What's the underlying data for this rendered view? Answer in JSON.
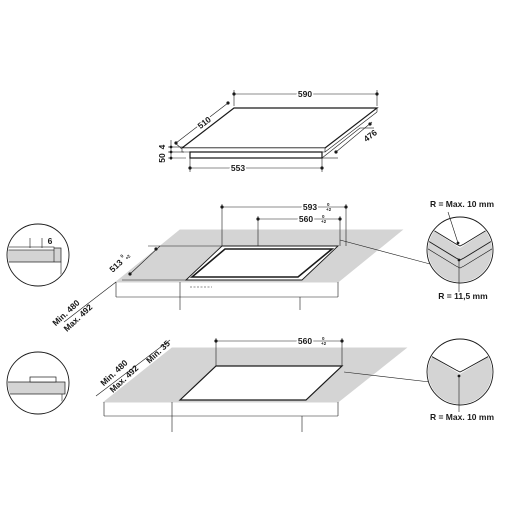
{
  "hob": {
    "width": "590",
    "depth": "510",
    "glass_thickness": "4",
    "total_height": "50",
    "bottom_width": "553",
    "bottom_depth": "476"
  },
  "cutout_a": {
    "width": "593",
    "width_tol_top": "0",
    "width_tol_bottom": "+2",
    "inner_width": "560",
    "inner_width_tol_top": "0",
    "inner_width_tol_bottom": "+2",
    "depth": "513",
    "depth_tol_top": "0",
    "depth_tol_bottom": "+2",
    "min_label": "Min. 480",
    "max_label": "Max. 492",
    "detail_height": "6",
    "radius_top": "R = Max. 10 mm",
    "radius_bottom": "R = 11,5 mm"
  },
  "cutout_b": {
    "width": "560",
    "width_tol_top": "0",
    "width_tol_bottom": "+2",
    "min_label": "Min. 480",
    "max_label": "Max. 492",
    "min_edge_label": "Min. 35",
    "radius": "R = Max. 10 mm"
  }
}
